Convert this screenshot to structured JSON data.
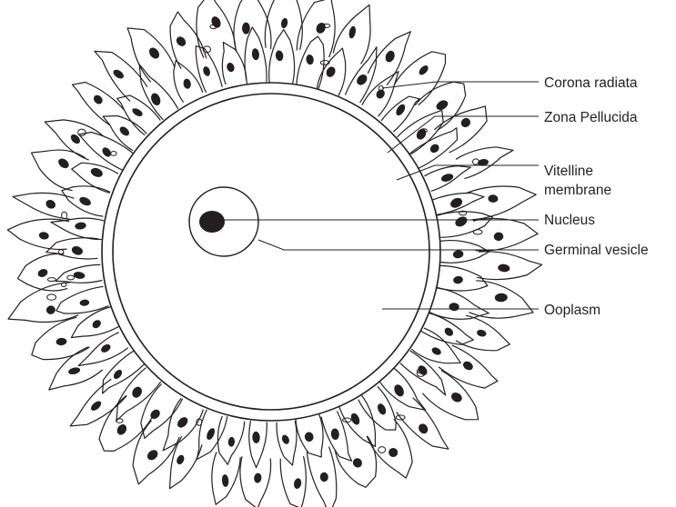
{
  "diagram": {
    "colors": {
      "stroke": "#231f20",
      "background": "#ffffff",
      "nucleus_fill": "#231f20"
    },
    "labels": {
      "corona_radiata": "Corona radiata",
      "zona_pellucida": "Zona Pellucida",
      "vitelline_line1": "Vitelline",
      "vitelline_line2": "membrane",
      "nucleus": "Nucleus",
      "germinal_vesicle": "Germinal vesicle",
      "ooplasm": "Ooplasm"
    }
  }
}
